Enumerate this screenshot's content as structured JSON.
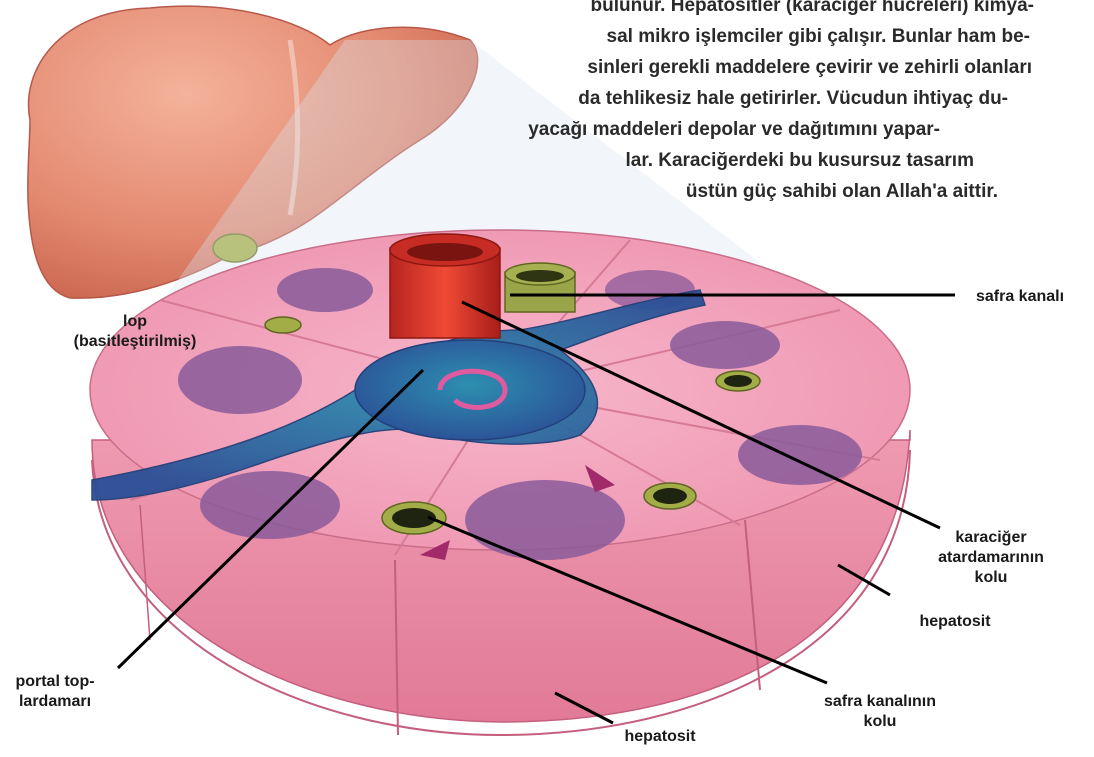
{
  "caption": [
    "bulunur. Hepatositler (karaciğer hücreleri) kimya-",
    "sal mikro işlemciler gibi çalışır. Bunlar ham be-",
    "sinleri gerekli maddelere çevirir ve zehirli olanları",
    "da tehlikesiz hale getirirler. Vücudun ihtiyaç du-",
    "yacağı maddeleri depolar ve dağıtımını yapar-",
    "lar. Karaciğerdeki bu kusursuz tasarım",
    "üstün güç sahibi olan Allah'a aittir."
  ],
  "labels": {
    "lop": [
      "lop",
      "(basitleştirilmiş)"
    ],
    "safra_kanali": [
      "safra kanalı"
    ],
    "karaciger_atardamari": [
      "karaciğer",
      "atardamarının",
      "kolu"
    ],
    "hepatosit_right": [
      "hepatosit"
    ],
    "safra_kanalinin_kolu": [
      "safra kanalının",
      "kolu"
    ],
    "portal_toplardamari": [
      "portal top-",
      "lardamarı"
    ],
    "hepatosit_bottom": [
      "hepatosit"
    ]
  },
  "colors": {
    "liver": "#e38970",
    "lobule_top": "#f2a2bc",
    "lobule_side": "#e9849f",
    "nucleus": "#8a5a9a",
    "portal_vein": "#3f62a6",
    "artery": "#d9352a",
    "bile_duct": "#8e9a3a"
  }
}
